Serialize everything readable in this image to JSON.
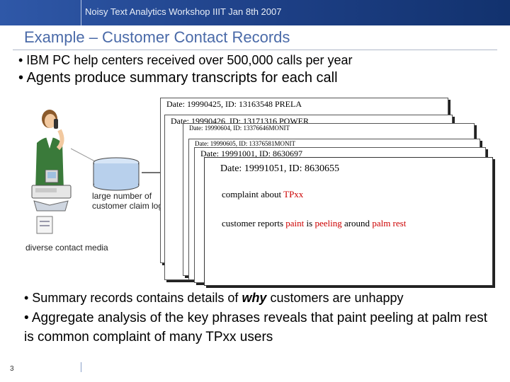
{
  "header": {
    "title": "Noisy Text Analytics Workshop IIIT Jan 8th 2007"
  },
  "slide": {
    "title": "Example – Customer Contact Records",
    "bullets_top": [
      "• IBM PC help centers received over 500,000 calls per year",
      "• Agents produce summary transcripts for each call"
    ],
    "bullets_bottom": {
      "b3_pre": "• Summary records contains details of ",
      "b3_em": "why",
      "b3_post": " customers are unhappy",
      "b4": "• Aggregate analysis of the key phrases reveals that paint peeling at palm rest is common complaint of many TPxx users"
    },
    "labels": {
      "logs_line1": "large number of",
      "logs_line2": "customer claim logs",
      "media": "diverse contact media"
    },
    "slide_number": "3"
  },
  "records": [
    {
      "header": "Date: 19990425, ID: 13163548 PRELA"
    },
    {
      "header": "Date: 19990426, ID: 13171316 POWER"
    },
    {
      "header": "Date: 19990604, ID: 13376646MONIT"
    },
    {
      "header": "Date: 19990605, ID: 13376581MONIT"
    },
    {
      "header": "Date: 19991001, ID: 8630697"
    },
    {
      "header": "Date: 19991051, ID: 8630655",
      "line1_pre": "complaint about ",
      "line1_hl": "TPxx",
      "line2_a": "customer reports ",
      "line2_b": "paint",
      "line2_c": " is ",
      "line2_d": "peeling",
      "line2_e": " around ",
      "line2_f": "palm rest"
    }
  ],
  "colors": {
    "topbar": "#1d3f85",
    "title_blue": "#4a6aa8",
    "highlight_red": "#cc0000"
  }
}
